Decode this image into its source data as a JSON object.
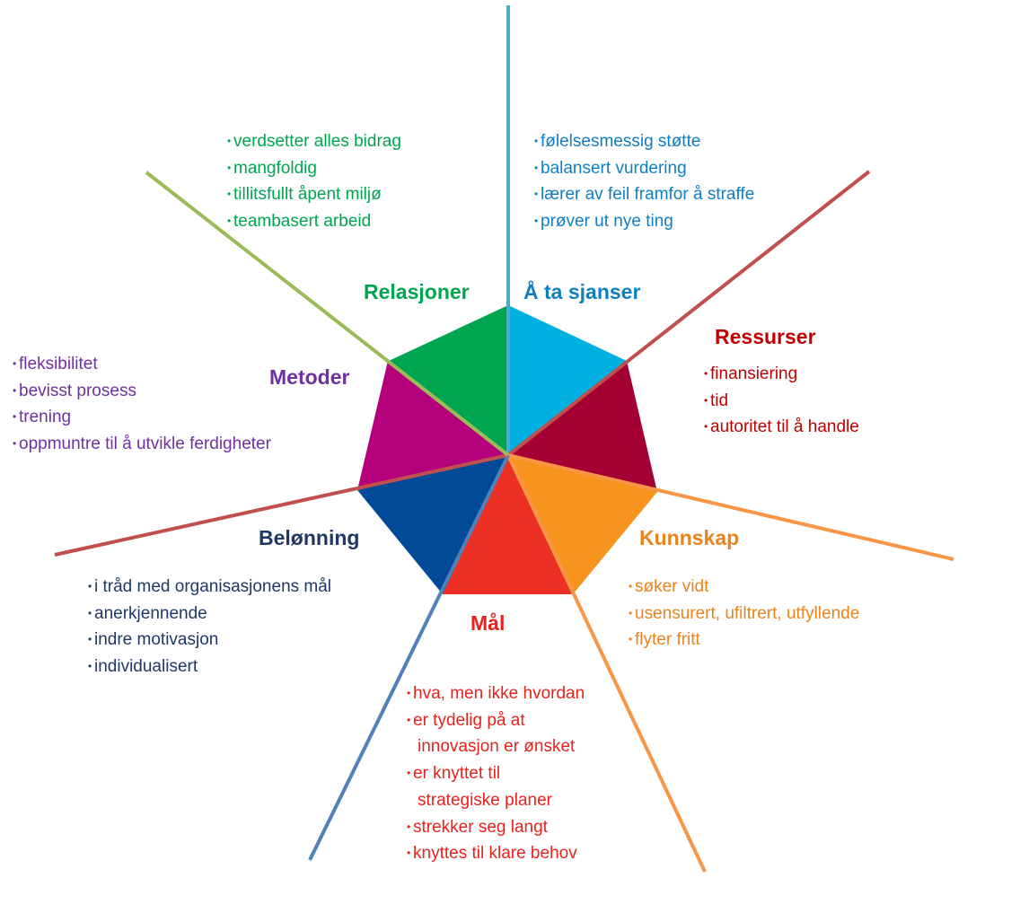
{
  "colors": {
    "relasjoner": "#00a550",
    "a_ta_sjanser": "#0f7fc1",
    "ressurser": "#c00000",
    "kunnskap": "#e9831d",
    "mal": "#e8221e",
    "belonning": "#1f3864",
    "metoder": "#7030a0"
  },
  "sections": {
    "relasjoner": {
      "title": "Relasjoner",
      "items": [
        "verdsetter alles bidrag",
        "mangfoldig",
        "tillitsfullt åpent miljø",
        "teambasert arbeid"
      ]
    },
    "a_ta_sjanser": {
      "title": "Å ta sjanser",
      "items": [
        "følelsesmessig støtte",
        "balansert vurdering",
        "lærer av feil framfor å straffe",
        "prøver ut nye ting"
      ]
    },
    "ressurser": {
      "title": "Ressurser",
      "items": [
        "finansiering",
        "tid",
        "autoritet til å handle"
      ]
    },
    "metoder": {
      "title": "Metoder",
      "items": [
        "fleksibilitet",
        "bevisst prosess",
        "trening",
        "oppmuntre til å utvikle ferdigheter"
      ]
    },
    "belonning": {
      "title": "Belønning",
      "items": [
        "i tråd med organisasjonens mål",
        "anerkjennende",
        "indre motivasjon",
        "individualisert"
      ]
    },
    "kunnskap": {
      "title": "Kunnskap",
      "items": [
        "søker vidt",
        "usensurert, ufiltrert, utfyllende",
        "flyter fritt"
      ]
    },
    "mal": {
      "title": "Mål",
      "items": [
        "hva, men ikke hvordan",
        "er tydelig på at",
        "innovasjon er ønsket",
        "er knyttet til",
        "strategiske planer",
        "strekker seg langt",
        "knyttes til klare behov"
      ]
    }
  }
}
